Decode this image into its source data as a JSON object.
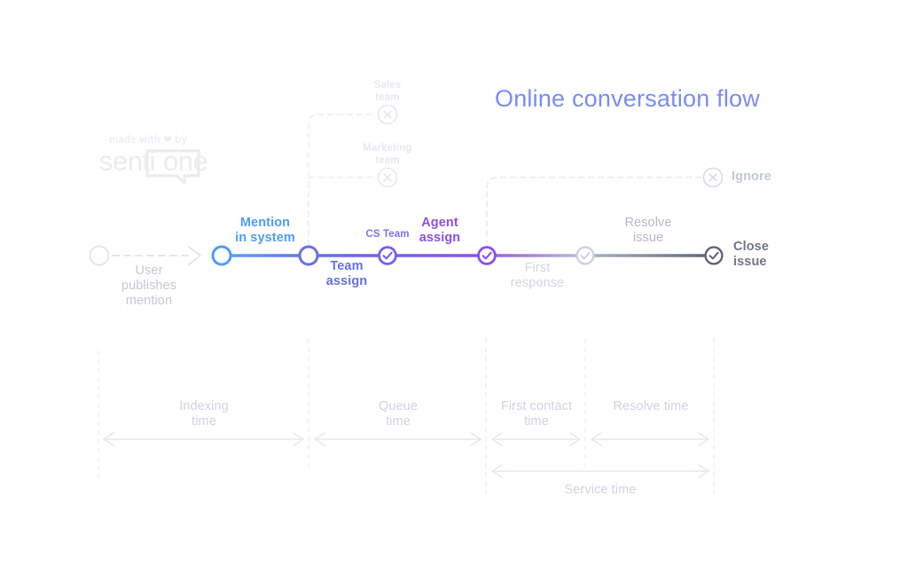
{
  "title": "Online conversation flow",
  "branding": {
    "made_with_prefix": "made with",
    "heart_icon": "heart-icon",
    "made_with_suffix": "by",
    "logo_part1": "senti",
    "logo_part2": "one"
  },
  "flow": {
    "start": {
      "label": "User\npublishes\nmention",
      "color": "#c3c8d6",
      "node_icon": "empty-circle-icon"
    },
    "nodes": [
      {
        "id": "mention-in-system",
        "label": "Mention\nin system",
        "color": "#4e9cf6",
        "node_icon": "empty-circle-icon",
        "position": "above"
      },
      {
        "id": "team-assign",
        "label": "Team\nassign",
        "color": "#6670e8",
        "node_icon": "empty-circle-icon",
        "position": "below"
      },
      {
        "id": "agent-assign",
        "label": "Agent\nassign",
        "color": "#8b4fe8",
        "node_icon": "check-circle-icon",
        "position": "above",
        "sublabel": "CS Team",
        "sublabel_color": "#7a73ef"
      },
      {
        "id": "first-response",
        "label": "First\nresponse",
        "color": "#d3d7e2",
        "node_icon": "check-circle-icon",
        "position": "below"
      },
      {
        "id": "resolve-issue",
        "label": "Resolve\nissue",
        "color": "#8e95a6",
        "node_icon": "check-circle-icon",
        "position": "above"
      },
      {
        "id": "close-issue",
        "label": "Close\nissue",
        "color": "#5d6475",
        "node_icon": "check-circle-icon",
        "position": "right"
      }
    ],
    "branches": [
      {
        "id": "sales-team",
        "label": "Sales\nteam",
        "icon": "x-circle-icon",
        "color": "#eceff5"
      },
      {
        "id": "marketing-team",
        "label": "Marketing\nteam",
        "icon": "x-circle-icon",
        "color": "#eceff5"
      },
      {
        "id": "ignore",
        "label": "Ignore",
        "icon": "x-circle-icon",
        "color": "#c2c9da"
      }
    ]
  },
  "measures": [
    {
      "id": "indexing-time",
      "label": "Indexing\ntime"
    },
    {
      "id": "queue-time",
      "label": "Queue\ntime"
    },
    {
      "id": "first-contact-time",
      "label": "First contact\ntime"
    },
    {
      "id": "resolve-time",
      "label": "Resolve time"
    },
    {
      "id": "service-time",
      "label": "Service time"
    }
  ],
  "colors": {
    "accent_blue": "#4e9cf6",
    "accent_purple": "#8b4fe8",
    "title_blue": "#7b8cf5",
    "muted": "#ccd4e2",
    "dark": "#5d6475"
  }
}
